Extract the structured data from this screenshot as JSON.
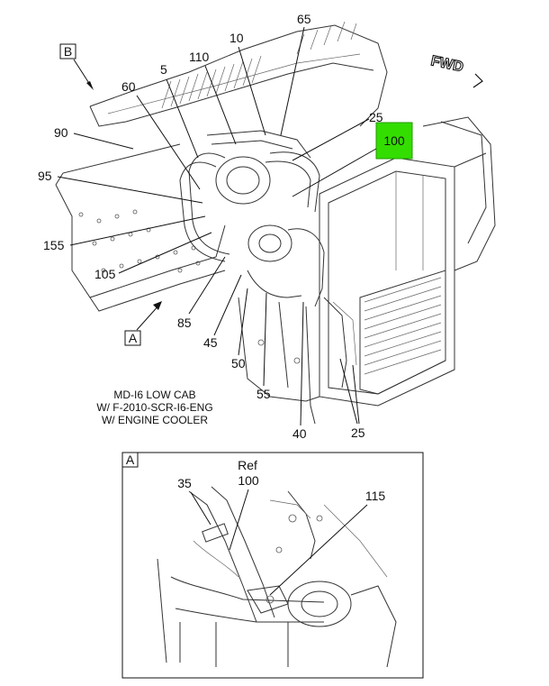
{
  "view_labels": {
    "a": "A",
    "b": "B"
  },
  "fwd": "FWD",
  "highlight": {
    "label": "100",
    "color": "#33dd00"
  },
  "caption": [
    "MD-I6 LOW CAB",
    "W/ F-2010-SCR-I6-ENG",
    "W/ ENGINE COOLER"
  ],
  "callouts": {
    "c65": "65",
    "c10": "10",
    "c110": "110",
    "c5": "5",
    "c60": "60",
    "c90": "90",
    "c95": "95",
    "c155": "155",
    "c105": "105",
    "c85": "85",
    "c45": "45",
    "c50": "50",
    "c55": "55",
    "c40": "40",
    "c25_top": "25",
    "c25_bottom": "25"
  },
  "detail": {
    "label": "A",
    "ref_word": "Ref",
    "c100": "100",
    "c35": "35",
    "c115": "115"
  }
}
